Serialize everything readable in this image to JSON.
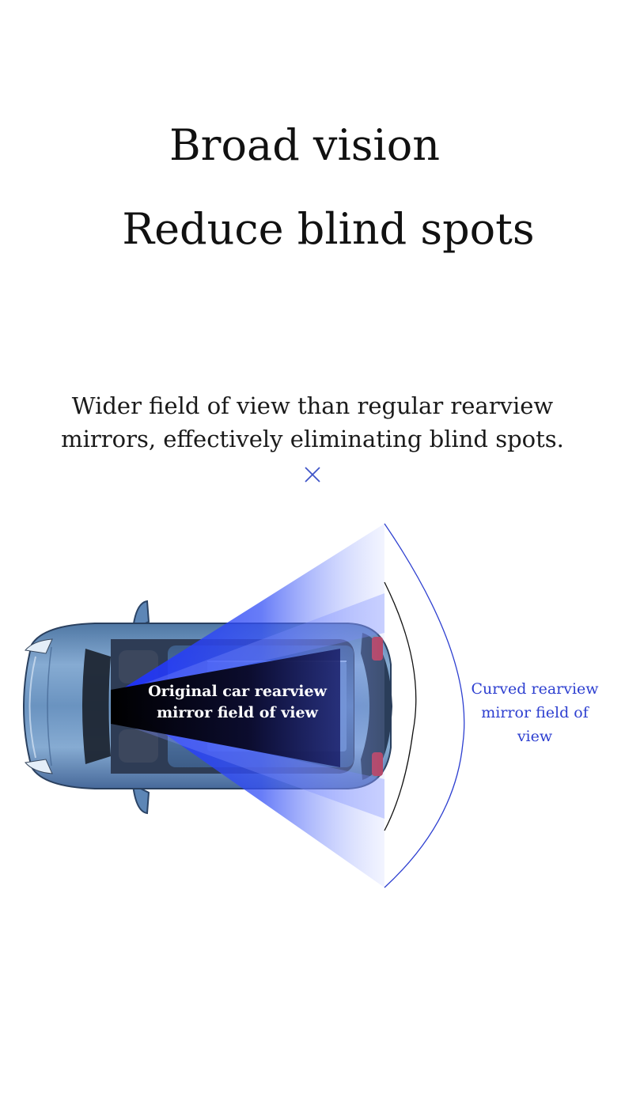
{
  "headline": {
    "line1": "Broad vision",
    "line2": "Reduce blind spots"
  },
  "description": "Wider field of view than regular rearview mirrors, effectively eliminating blind spots.",
  "diagram": {
    "original_label": "Original car rearview mirror field of view",
    "curved_label": "Curved rearview mirror field of view"
  },
  "colors": {
    "accent_blue": "#2d3fd0",
    "car_body": "#5b86b4",
    "fov_blue": "#2a3ff0"
  },
  "icons": {
    "close": "close-icon"
  }
}
